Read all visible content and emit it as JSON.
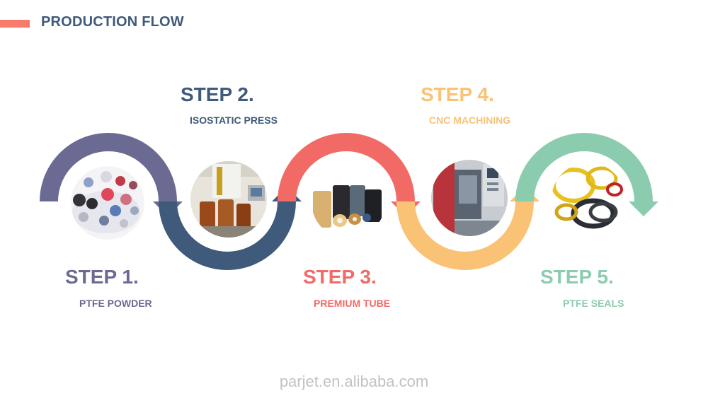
{
  "header": {
    "title": "PRODUCTION FLOW",
    "accent_color": "#f97b6c"
  },
  "steps": [
    {
      "title": "STEP 1.",
      "subtitle": "PTFE POWDER",
      "color": "#6b6a93",
      "image": "ptfe-powder-photo"
    },
    {
      "title": "STEP 2.",
      "subtitle": "ISOSTATIC PRESS",
      "color": "#3f5a7a",
      "image": "isostatic-press-photo"
    },
    {
      "title": "STEP 3.",
      "subtitle": "PREMIUM TUBE",
      "color": "#f26a66",
      "image": "premium-tube-photo"
    },
    {
      "title": "STEP 4.",
      "subtitle": "CNC MACHINING",
      "color": "#f9c274",
      "image": "cnc-machining-photo"
    },
    {
      "title": "STEP 5.",
      "subtitle": "PTFE SEALS",
      "color": "#8cccae",
      "image": "ptfe-seals-photo"
    }
  ],
  "watermark": "parjet.en.alibaba.com"
}
